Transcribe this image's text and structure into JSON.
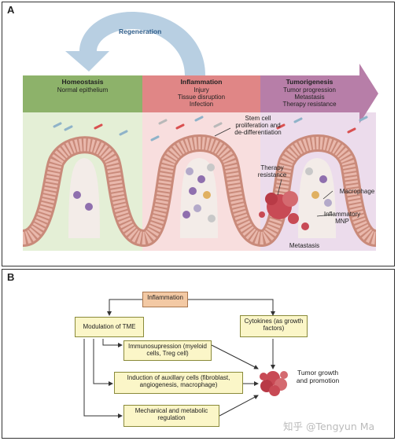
{
  "panel_a": {
    "letter": "A",
    "regeneration": "Regeneration",
    "stages": [
      {
        "title": "Homeostasis",
        "lines": [
          "Normal epithelium"
        ],
        "color": "#8db26a"
      },
      {
        "title": "Inflammation",
        "lines": [
          "Injury",
          "Tissue disruption",
          "Infection"
        ],
        "color": "#e08686"
      },
      {
        "title": "Tumorigenesis",
        "lines": [
          "Tumor progression",
          "Metastasis",
          "Therapy resistance"
        ],
        "color": "#b77ea8"
      }
    ],
    "annotations": {
      "stem_cell": "Stem cell proliferation and de-differentiation",
      "therapy": "Therapy resistance",
      "macrophage": "Macrophage",
      "mnp": "Inflammatory MNP",
      "metastasis": "Metastasis"
    }
  },
  "panel_b": {
    "letter": "B",
    "inflammation": "Inflammation",
    "modulation": "Modulation of TME",
    "cytokines": "Cytokines (as growth factors)",
    "immuno": "Immunosupression (myeloid cells, Treg cell)",
    "induction": "Induction of auxillary cells (fibroblast, angiogenesis, macrophage)",
    "mechanical": "Mechanical and metabolic regulation",
    "tumor": "Tumor growth and promotion"
  },
  "watermark": "知乎 @Tengyun Ma",
  "colors": {
    "box_yellow": "#fbf6c8",
    "box_orange": "#f3c9a4",
    "regeneration_arrow": "#b8cfe2"
  }
}
